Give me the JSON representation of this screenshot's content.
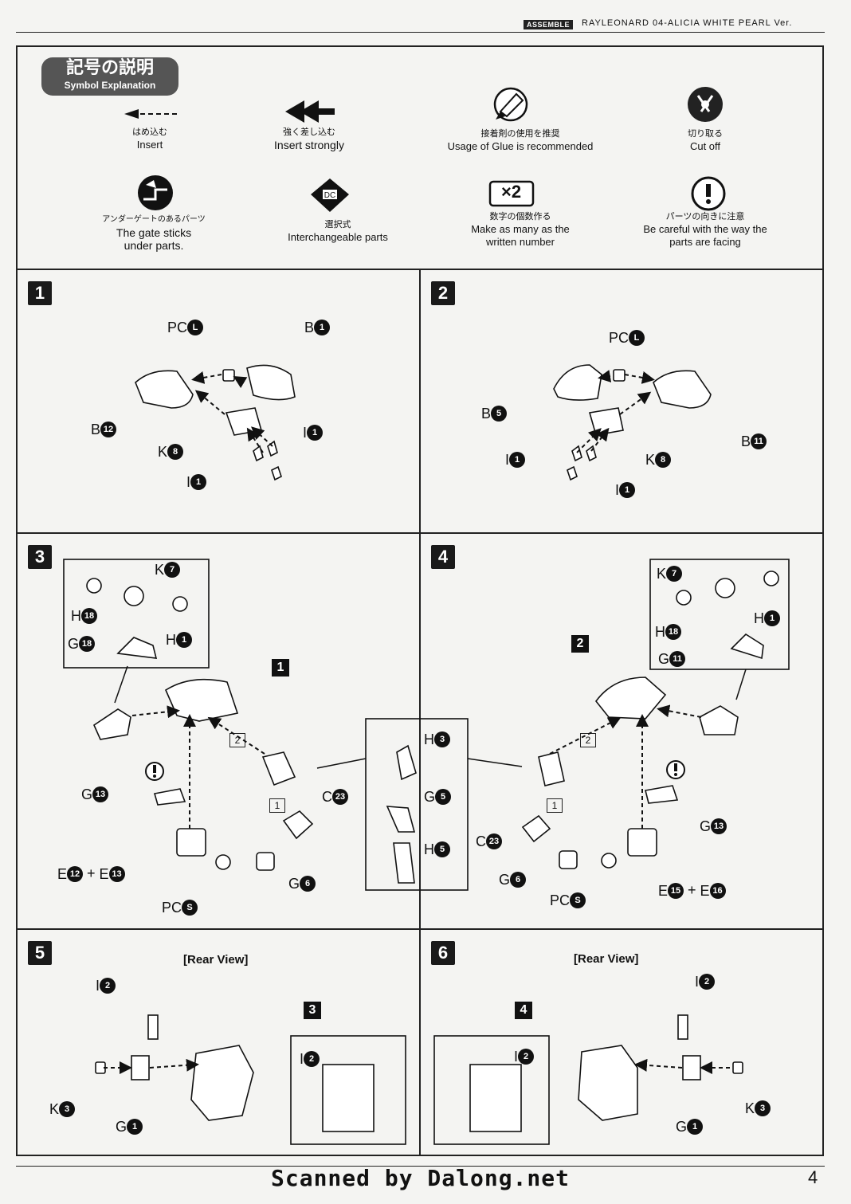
{
  "header": {
    "tag": "ASSEMBLE",
    "title": "RAYLEONARD 04-ALICIA WHITE PEARL Ver."
  },
  "symbols": {
    "title_jp": "記号の説明",
    "title_en": "Symbol Explanation",
    "items": [
      {
        "icon": "insert-arrow-icon",
        "jp": "はめ込む",
        "en": "Insert"
      },
      {
        "icon": "insert-strongly-arrow-icon",
        "jp": "強く差し込む",
        "en": "Insert strongly"
      },
      {
        "icon": "glue-icon",
        "jp": "接着剤の使用を推奨",
        "en": "Usage of Glue is recommended"
      },
      {
        "icon": "cut-off-icon",
        "jp": "切り取る",
        "en": "Cut off"
      },
      {
        "icon": "undergate-icon",
        "jp": "アンダーゲートのあるパーツ",
        "en": "The gate sticks under parts."
      },
      {
        "icon": "interchangeable-icon",
        "jp": "選択式",
        "en": "Interchangeable parts"
      },
      {
        "icon": "multiply-icon",
        "mark": "×2",
        "jp": "数字の個数作る",
        "en": "Make as many as the written number"
      },
      {
        "icon": "caution-icon",
        "jp": "パーツの向きに注意",
        "en": "Be careful with the way the parts are facing"
      }
    ]
  },
  "steps": [
    {
      "num": "1",
      "labels": [
        {
          "letter": "PC",
          "num": "L"
        },
        {
          "letter": "B",
          "num": "1"
        },
        {
          "letter": "B",
          "num": "12"
        },
        {
          "letter": "K",
          "num": "8"
        },
        {
          "letter": "I",
          "num": "1"
        },
        {
          "letter": "I",
          "num": "1"
        }
      ]
    },
    {
      "num": "2",
      "labels": [
        {
          "letter": "PC",
          "num": "L"
        },
        {
          "letter": "B",
          "num": "5"
        },
        {
          "letter": "B",
          "num": "11"
        },
        {
          "letter": "K",
          "num": "8"
        },
        {
          "letter": "I",
          "num": "1"
        },
        {
          "letter": "I",
          "num": "1"
        }
      ]
    },
    {
      "num": "3",
      "ref": "1",
      "labels": [
        {
          "letter": "K",
          "num": "7"
        },
        {
          "letter": "H",
          "num": "18"
        },
        {
          "letter": "H",
          "num": "1"
        },
        {
          "letter": "G",
          "num": "18"
        },
        {
          "letter": "G",
          "num": "13"
        },
        {
          "letter": "C",
          "num": "23"
        },
        {
          "letter": "E",
          "num": "12"
        },
        {
          "letter": "E",
          "num": "13"
        },
        {
          "letter": "G",
          "num": "6"
        },
        {
          "letter": "PC",
          "num": "S"
        }
      ],
      "sub": [
        "2",
        "1"
      ]
    },
    {
      "num": "4",
      "ref": "2",
      "labels": [
        {
          "letter": "K",
          "num": "7"
        },
        {
          "letter": "H",
          "num": "1"
        },
        {
          "letter": "H",
          "num": "18"
        },
        {
          "letter": "G",
          "num": "11"
        },
        {
          "letter": "G",
          "num": "13"
        },
        {
          "letter": "C",
          "num": "23"
        },
        {
          "letter": "G",
          "num": "6"
        },
        {
          "letter": "PC",
          "num": "S"
        },
        {
          "letter": "E",
          "num": "15"
        },
        {
          "letter": "E",
          "num": "16"
        }
      ],
      "sub": [
        "2",
        "1"
      ]
    },
    {
      "num": "5",
      "ref": "3",
      "view": "[Rear View]",
      "labels": [
        {
          "letter": "I",
          "num": "2"
        },
        {
          "letter": "K",
          "num": "3"
        },
        {
          "letter": "G",
          "num": "1"
        },
        {
          "letter": "I",
          "num": "2"
        }
      ]
    },
    {
      "num": "6",
      "ref": "4",
      "view": "[Rear View]",
      "labels": [
        {
          "letter": "I",
          "num": "2"
        },
        {
          "letter": "K",
          "num": "3"
        },
        {
          "letter": "G",
          "num": "1"
        },
        {
          "letter": "I",
          "num": "2"
        }
      ]
    }
  ],
  "center_inset": {
    "labels": [
      {
        "letter": "H",
        "num": "3"
      },
      {
        "letter": "G",
        "num": "5"
      },
      {
        "letter": "H",
        "num": "5"
      }
    ]
  },
  "footer": {
    "credit": "Scanned by Dalong.net",
    "page": "4"
  }
}
